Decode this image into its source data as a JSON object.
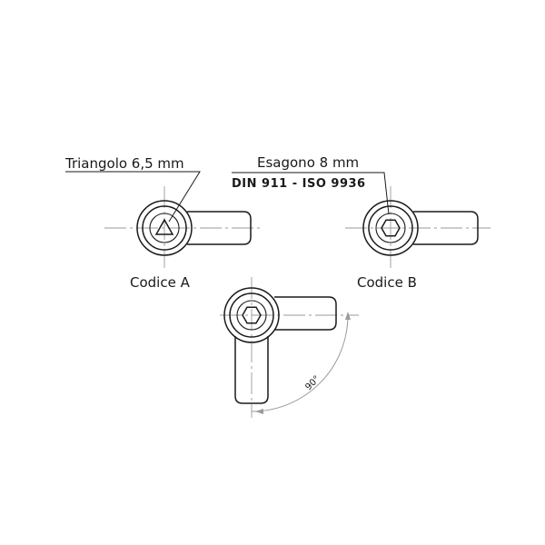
{
  "labels": {
    "triangle": "Triangolo 6,5 mm",
    "hexagon": "Esagono 8 mm",
    "standard": "DIN 911 - ISO 9936",
    "code_a": "Codice A",
    "code_b": "Codice B",
    "angle": "90°"
  },
  "views": [
    {
      "id": "lock-a",
      "key_shape": "triangle",
      "handle": "horizontal"
    },
    {
      "id": "lock-b",
      "key_shape": "hexagon",
      "handle": "horizontal"
    },
    {
      "id": "lock-c",
      "key_shape": "hexagon",
      "handle": "rotated-90"
    }
  ]
}
